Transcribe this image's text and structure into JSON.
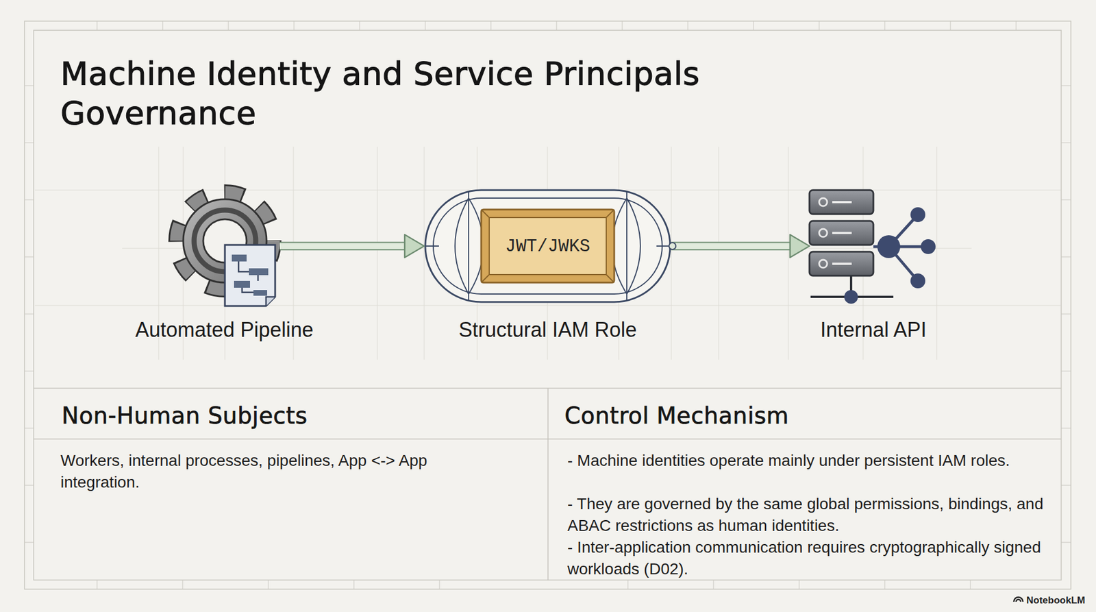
{
  "diagram": {
    "title": "Machine Identity and Service Principals Governance",
    "nodes": [
      {
        "text": [
          "Automated Pipeline"
        ]
      },
      {
        "text": [
          "Structural IAM Role"
        ]
      },
      {
        "text": [
          "JWT/JWKS"
        ],
        "in": 1
      },
      {
        "text": [
          "Internal API"
        ]
      }
    ],
    "edges": [
      {
        "from": 0,
        "to": 1,
        "arrow": "to"
      },
      {
        "from": 1,
        "to": 3,
        "arrow": "to"
      }
    ],
    "labels": [
      "Non-Human Subjects",
      "Workers, internal processes, pipelines, App <-> App integration.",
      "Control Mechanism",
      "- Machine identities operate mainly under persistent IAM roles.",
      "- They are governed by the same global permissions, bindings, and ABAC restrictions as human identities.",
      "- Inter-application communication requires cryptographically signed workloads (D02).",
      "NotebookLM"
    ]
  }
}
